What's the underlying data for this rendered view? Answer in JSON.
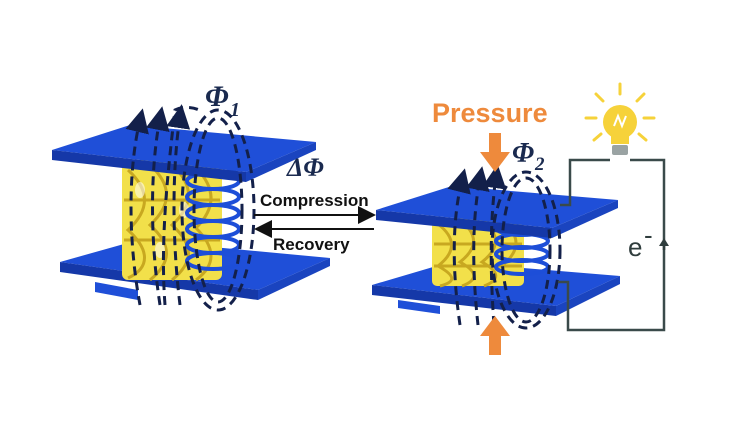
{
  "labels": {
    "phi1_symbol": "Φ",
    "phi1_sub": "1",
    "phi2_symbol": "Φ",
    "phi2_sub": "2",
    "delta_phi": "ΔΦ",
    "compression": "Compression",
    "recovery": "Recovery",
    "pressure": "Pressure",
    "electron": "e",
    "electron_sup": "-"
  },
  "colors": {
    "plate": "#1f4fd8",
    "plate_dark": "#1538a8",
    "lattice": "#f2e04a",
    "lattice_shadow": "#c8a820",
    "coil": "#1d4ed8",
    "flux_line": "#13204a",
    "pressure_arrow": "#ee8a3c",
    "circuit": "#3a4a4a",
    "bulb": "#f6d23a"
  }
}
